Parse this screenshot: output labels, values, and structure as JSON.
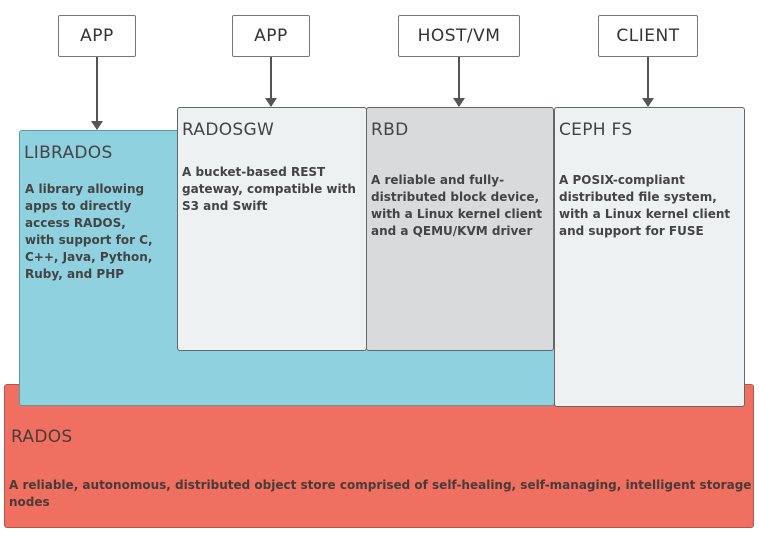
{
  "colors": {
    "librados": "#8fd1df",
    "radosgw": "#eef1f2",
    "rbd": "#d8dadb",
    "cephfs": "#eef1f2",
    "rados": "#ef6f60"
  },
  "top_labels": [
    "APP",
    "APP",
    "HOST/VM",
    "CLIENT"
  ],
  "librados": {
    "title": "LIBRADOS",
    "description": "A library allowing apps to directly access RADOS, with support for C, C++, Java, Python, Ruby, and PHP"
  },
  "radosgw": {
    "title": "RADOSGW",
    "description": "A bucket-based REST gateway, compatible with S3 and Swift"
  },
  "rbd": {
    "title": "RBD",
    "description": "A reliable and fully-distributed block device, with a Linux kernel client and a QEMU/KVM driver"
  },
  "cephfs": {
    "title": "CEPH FS",
    "description": "A POSIX-compliant distributed file system, with a Linux kernel client and support for FUSE"
  },
  "rados": {
    "title": "RADOS",
    "description": "A reliable, autonomous, distributed object store comprised of self-healing, self-managing, intelligent storage nodes"
  }
}
